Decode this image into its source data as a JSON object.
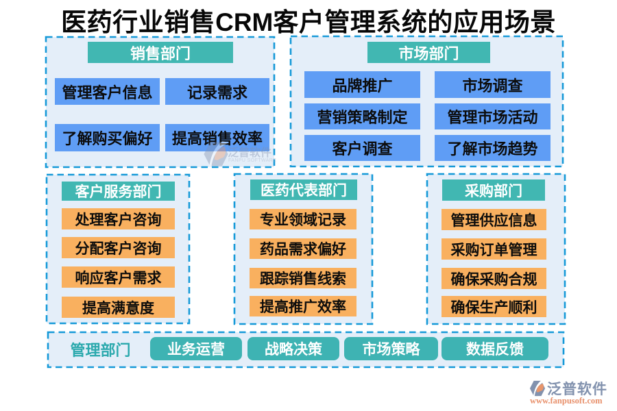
{
  "title": {
    "pre": "医药行业销售",
    "latin": "CRM",
    "post": "客户管理系统的应用场景"
  },
  "palette": {
    "border_blue": "#1599d8",
    "panel_bg": "#e4eef9",
    "header_teal": "#41b7b2",
    "button_blue": "#5f9df5",
    "button_orange": "#f9b05f",
    "button_teal": "#3eb3b3",
    "text_dark": "#0c0c0c",
    "logo_gray_blue": "#8292ae",
    "logo_orange": "#e8906b"
  },
  "boxes": {
    "sales": {
      "header": "销售部门",
      "items": [
        "管理客户信息",
        "记录需求",
        "了解购买偏好",
        "提高销售效率"
      ]
    },
    "market": {
      "header": "市场部门",
      "items": [
        "品牌推广",
        "市场调查",
        "营销策略制定",
        "管理市场活动",
        "客户调查",
        "了解市场趋势"
      ]
    },
    "service": {
      "header": "客户服务部门",
      "items": [
        "处理客户咨询",
        "分配客户咨询",
        "响应客户需求",
        "提高满意度"
      ]
    },
    "medical": {
      "header": "医药代表部门",
      "items": [
        "专业领域记录",
        "药品需求偏好",
        "跟踪销售线索",
        "提高推广效率"
      ]
    },
    "purchase": {
      "header": "采购部门",
      "items": [
        "管理供应信息",
        "采购订单管理",
        "确保采购合规",
        "确保生产顺利"
      ]
    },
    "management": {
      "label": "管理部门",
      "items": [
        "业务运营",
        "战略决策",
        "市场策略",
        "数据反馈"
      ]
    }
  },
  "watermark": {
    "name": "泛普软件",
    "sub": "FANPU SOFTWARE"
  },
  "brand": {
    "name": "泛普软件",
    "url": "www.fanpusoft.com"
  }
}
